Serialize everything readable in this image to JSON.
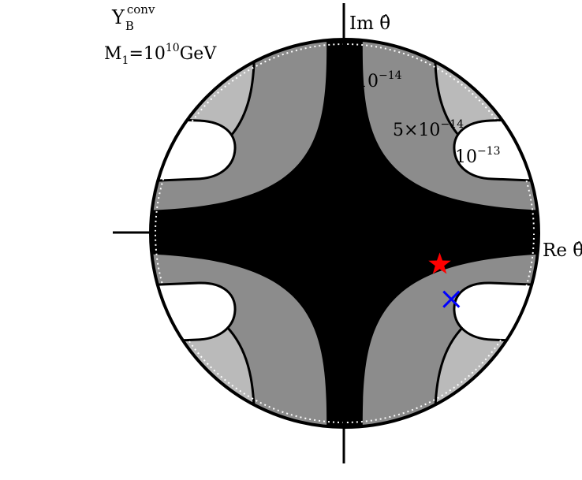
{
  "chart_data": {
    "type": "contour",
    "title_line1": {
      "base": "Y",
      "sub": "B",
      "sup": "conv"
    },
    "title_line2": {
      "m": "M",
      "m_sub": "1",
      "eq": "=10",
      "exp": "10",
      "unit": "GeV"
    },
    "xlabel": "Re θ̂",
    "ylabel": "Im θ̂",
    "contour_levels": [
      {
        "mantissa": "",
        "base": "10",
        "exp": "−14"
      },
      {
        "mantissa": "5×",
        "base": "10",
        "exp": "−14"
      },
      {
        "mantissa": "",
        "base": "10",
        "exp": "−13"
      }
    ],
    "fill_colors": {
      "below_1e-14": "#000000",
      "1e-14_to_5e-14": "#8c8c8c",
      "5e-14_to_1e-13": "#bababa",
      "above_1e-13": "#ffffff"
    },
    "markers": [
      {
        "symbol": "star",
        "color": "#ff0000",
        "x": 0.49,
        "y": -0.16
      },
      {
        "symbol": "cross",
        "color": "#0000ff",
        "x": 0.55,
        "y": -0.34
      }
    ]
  }
}
